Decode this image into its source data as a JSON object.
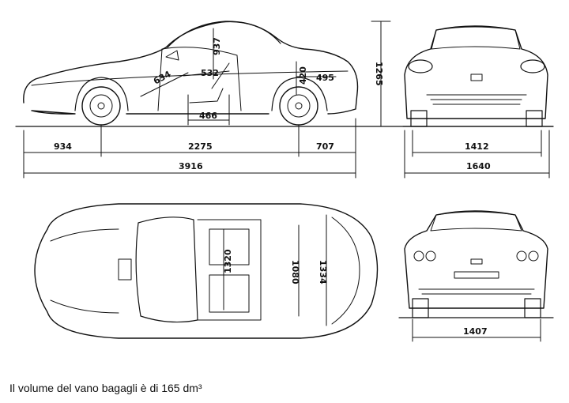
{
  "dimensions": {
    "side": {
      "front_overhang": "934",
      "wheelbase": "2275",
      "rear_overhang": "707",
      "overall_length": "3916",
      "height": "1265",
      "seat_depth": "466",
      "seat_back": "634",
      "head_room": "937",
      "knee": "532",
      "rear_height": "420",
      "rear_depth": "495"
    },
    "front": {
      "track": "1412",
      "width": "1640"
    },
    "top": {
      "a": "1320",
      "b": "1080",
      "c": "1334"
    },
    "rear": {
      "track": "1407"
    }
  },
  "caption": "Il volume del vano bagagli è di 165 dm³"
}
